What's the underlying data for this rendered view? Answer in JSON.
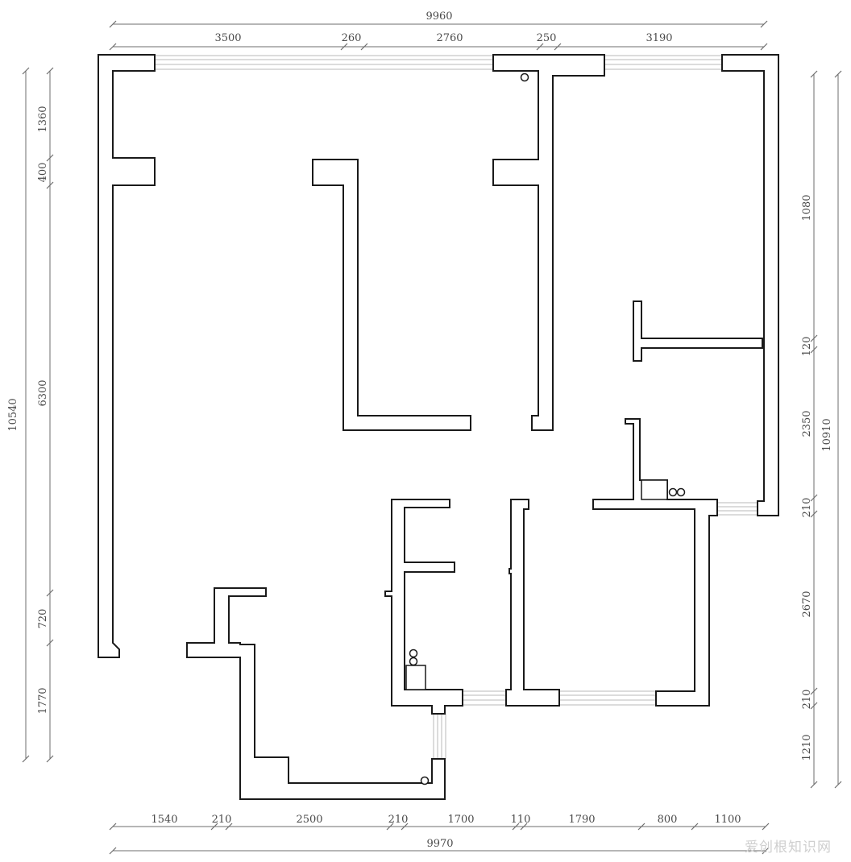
{
  "dimensions": {
    "top": {
      "overall": "9960",
      "segments": [
        "3500",
        "260",
        "2760",
        "250",
        "3190"
      ]
    },
    "bottom": {
      "overall": "9970",
      "segments": [
        "1540",
        "210",
        "2500",
        "210",
        "1700",
        "110",
        "1790",
        "800",
        "1100"
      ]
    },
    "left": {
      "overall": "10540",
      "segments": [
        "1360",
        "400",
        "6300",
        "720",
        "1770"
      ]
    },
    "right": {
      "overall": "10910",
      "segments": [
        "1080",
        "120",
        "2350",
        "210",
        "2670",
        "210",
        "1210"
      ]
    }
  },
  "watermark": "爱创根知识网"
}
